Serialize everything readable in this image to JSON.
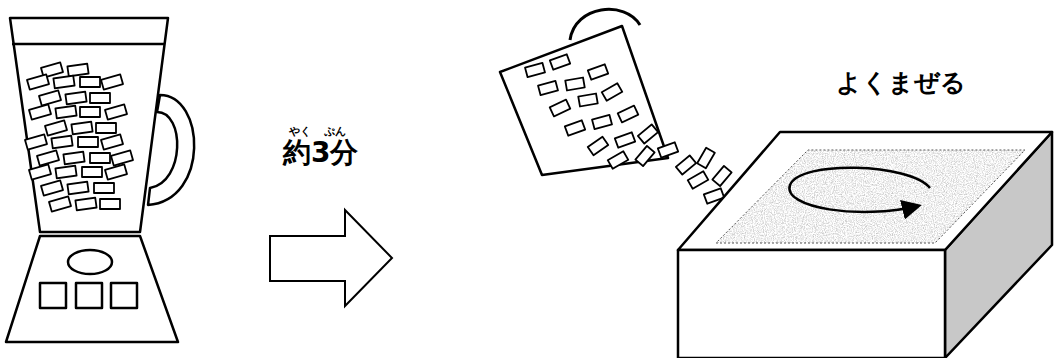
{
  "diagram": {
    "labels": [
      "やく",
      "ぷん",
      "約3分",
      "よくまぜる"
    ]
  }
}
